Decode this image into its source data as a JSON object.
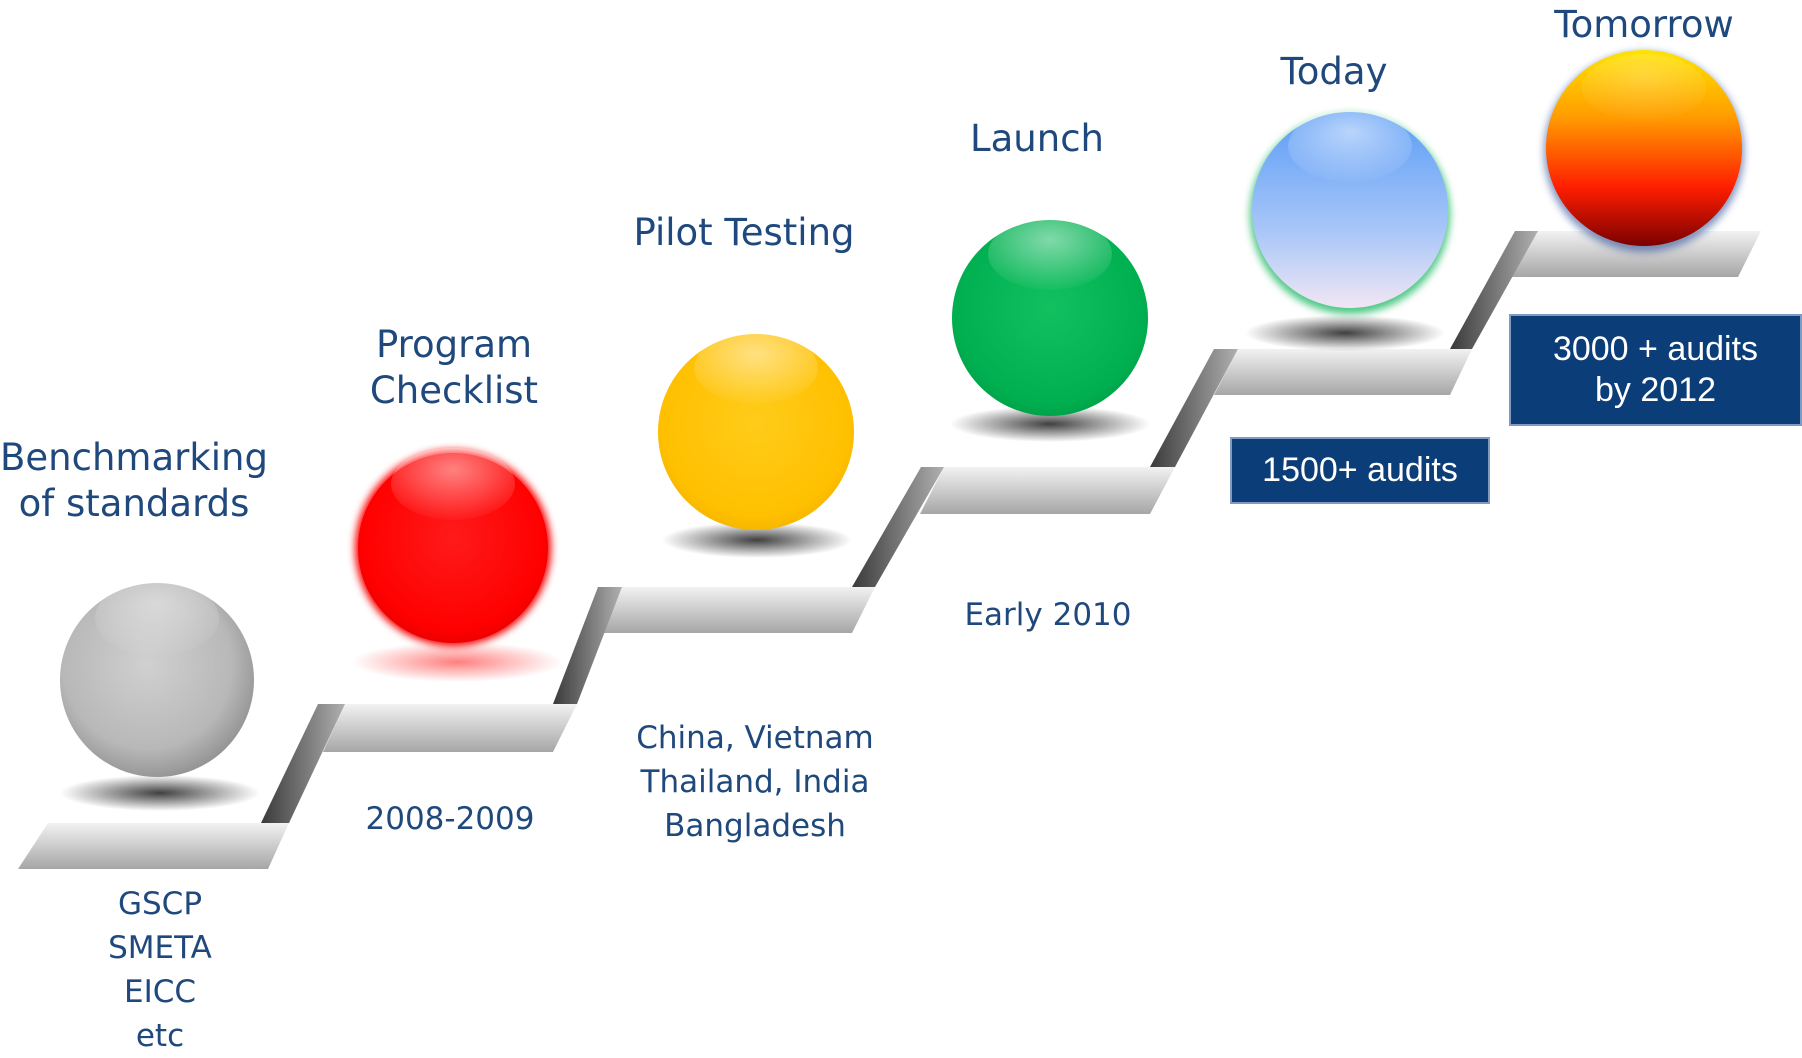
{
  "stages": [
    {
      "title": "Benchmarking\nof standards",
      "note": "GSCP\nSMETA\nEICC\netc",
      "ball_color": "gray"
    },
    {
      "title": "Program\nChecklist",
      "note": "2008-2009",
      "ball_color": "#ff0000"
    },
    {
      "title": "Pilot Testing",
      "note": "China, Vietnam\nThailand, India\nBangladesh",
      "ball_color": "#ffc000"
    },
    {
      "title": "Launch",
      "note": "Early 2010",
      "ball_color": "#00b050"
    },
    {
      "title": "Today",
      "note": "1500+ audits",
      "ball_color": "#8ab4f8"
    },
    {
      "title": "Tomorrow",
      "note": "3000 + audits\nby 2012",
      "ball_color": "orange-red"
    }
  ],
  "colors": {
    "text": "#1f497d",
    "box_fill": "#0b3d78"
  }
}
